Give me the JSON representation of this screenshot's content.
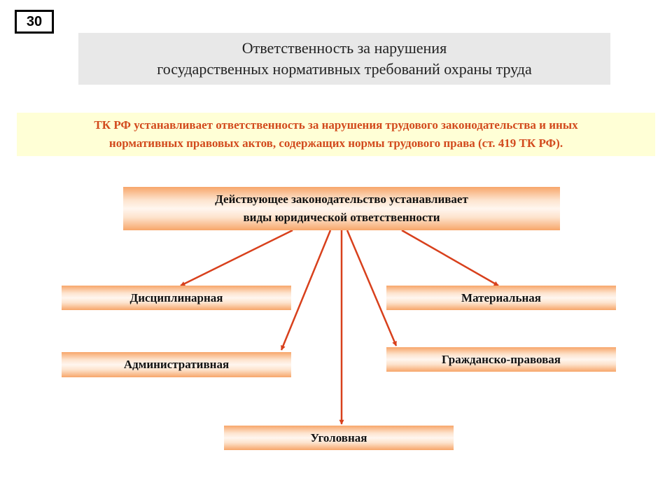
{
  "slide_number": "30",
  "title": {
    "line1": "Ответственность за нарушения",
    "line2": "государственных нормативных требований охраны труда"
  },
  "note": {
    "line1": "ТК РФ устанавливает ответственность за нарушения трудового законодательства и иных",
    "line2": "нормативных правовых актов, содержащих нормы трудового права (ст. 419 ТК РФ)."
  },
  "diagram": {
    "root": {
      "line1": "Действующее законодательство устанавливает",
      "line2": "виды юридической ответственности"
    },
    "types": {
      "disciplinary": "Дисциплинарная",
      "material": "Материальная",
      "administrative": "Административная",
      "civil": "Гражданско-правовая",
      "criminal": "Уголовная"
    }
  },
  "colors": {
    "arrow": "#d8401c",
    "note_text": "#d24a1d",
    "note_bg": "#ffffd6",
    "title_bg": "#e8e8e8",
    "box_edge": "#f7a66a"
  }
}
